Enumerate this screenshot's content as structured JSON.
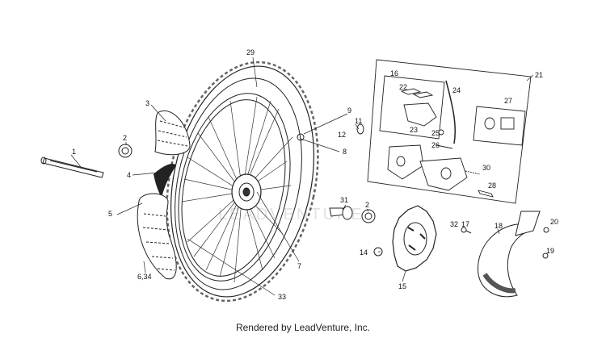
{
  "diagram": {
    "callouts": {
      "c1": "1",
      "c2a": "2",
      "c2b": "2",
      "c3": "3",
      "c4": "4",
      "c5": "5",
      "c634": "6,34",
      "c7": "7",
      "c8": "8",
      "c9": "9",
      "c11": "11",
      "c12": "12",
      "c14": "14",
      "c15": "15",
      "c16": "16",
      "c17": "17",
      "c18": "18",
      "c19": "19",
      "c20": "20",
      "c21": "21",
      "c22": "22",
      "c23": "23",
      "c24": "24",
      "c25": "25",
      "c26": "26",
      "c27": "27",
      "c28": "28",
      "c29": "29",
      "c30": "30",
      "c31": "31",
      "c32": "32",
      "c33": "33"
    },
    "watermark": "LEADVENTURE"
  },
  "footer": {
    "text": "Rendered by LeadVenture, Inc."
  }
}
